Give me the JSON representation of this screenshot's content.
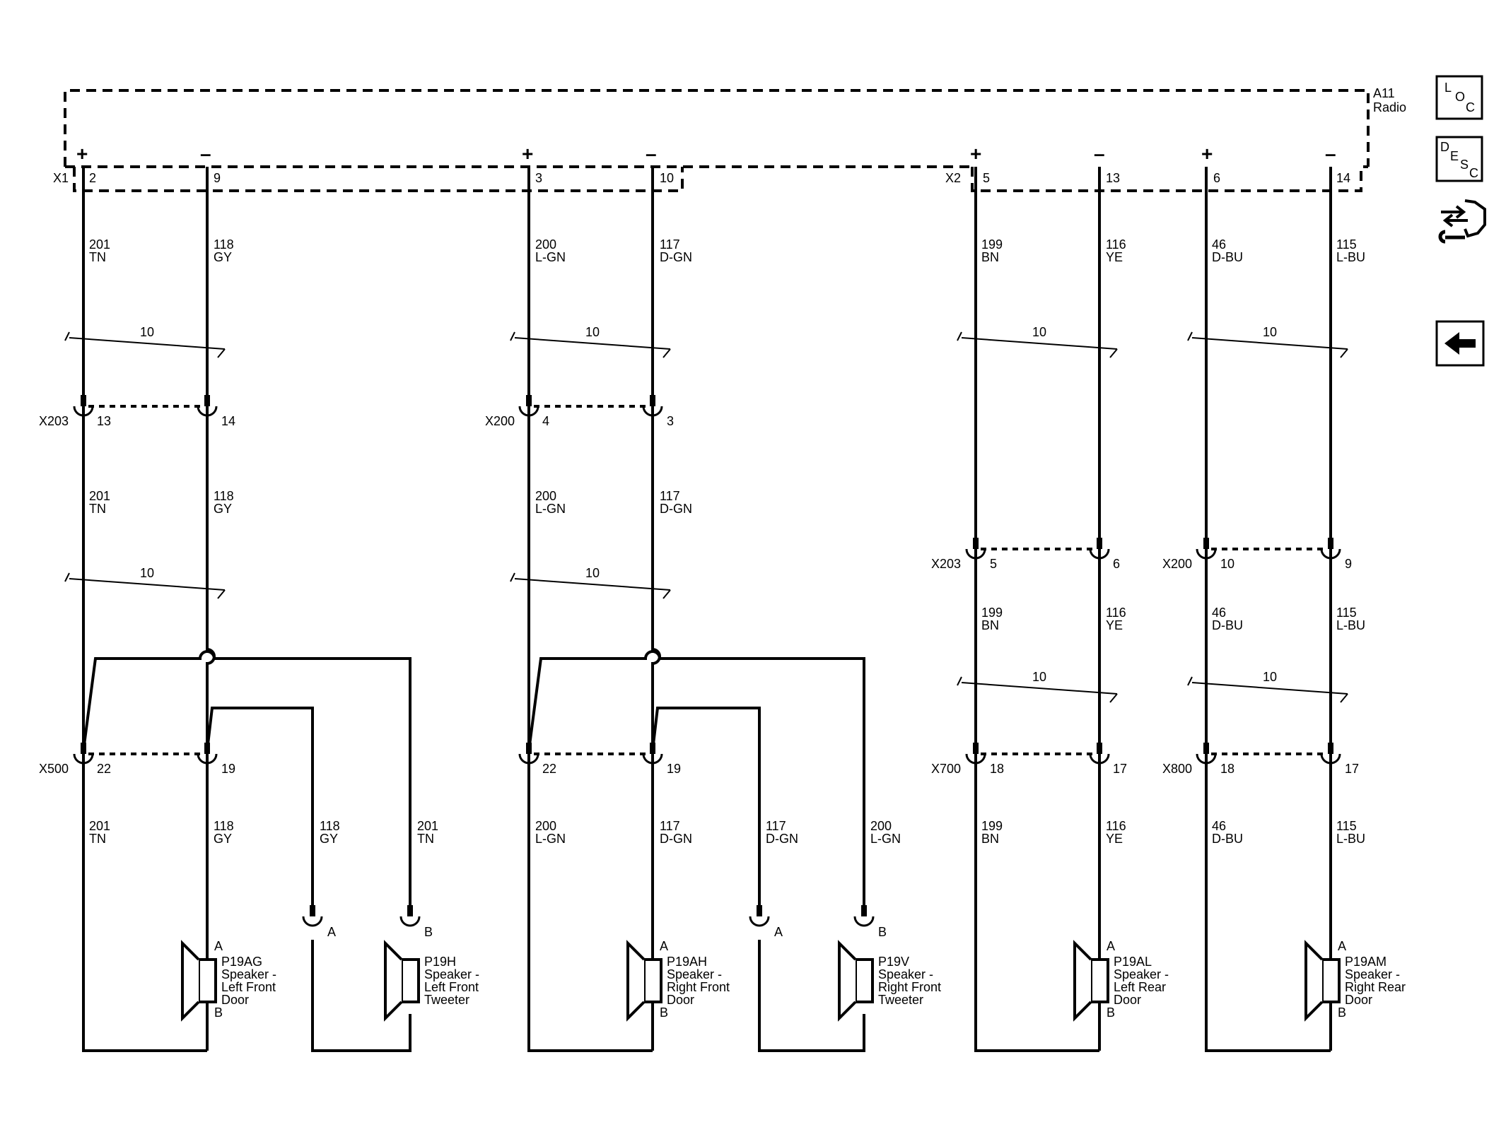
{
  "module": {
    "ref": "A11",
    "name": "Radio"
  },
  "module_connectors": [
    "X1",
    "X2"
  ],
  "inline_connectors": {
    "c1": "X203",
    "c2": "X200",
    "c3": "X203",
    "c4": "X200",
    "c5": "X500",
    "c6": "X700",
    "c7": "X800"
  },
  "pins": {
    "m1": "2",
    "m2": "9",
    "m3": "3",
    "m4": "10",
    "m5": "5",
    "m6": "13",
    "m7": "6",
    "m8": "14",
    "a1": "13",
    "a2": "14",
    "a3": "4",
    "a4": "3",
    "b5": "5",
    "b6": "6",
    "b7": "10",
    "b8": "9",
    "d1": "22",
    "d2": "19",
    "d3": "22",
    "d4": "19",
    "d5": "18",
    "d6": "17",
    "d7": "18",
    "d8": "17",
    "tw1": "A",
    "tw2": "B",
    "tw3": "A",
    "tw4": "B"
  },
  "polarity": {
    "plus": "+",
    "minus": "–"
  },
  "wires": {
    "c201": "201",
    "k201": "TN",
    "c118": "118",
    "k118": "GY",
    "c200": "200",
    "k200": "L-GN",
    "c117": "117",
    "k117": "D-GN",
    "c199": "199",
    "k199": "BN",
    "c116": "116",
    "k116": "YE",
    "c46": "46",
    "k46": "D-BU",
    "c115": "115",
    "k115": "L-BU"
  },
  "twist_count": "10",
  "speaker_pins": {
    "a": "A",
    "b": "B"
  },
  "speakers": [
    {
      "id": "P19AG",
      "l1": "Speaker -",
      "l2": "Left Front",
      "l3": "Door"
    },
    {
      "id": "P19H",
      "l1": "Speaker -",
      "l2": "Left Front",
      "l3": "Tweeter"
    },
    {
      "id": "P19AH",
      "l1": "Speaker -",
      "l2": "Right Front",
      "l3": "Door"
    },
    {
      "id": "P19V",
      "l1": "Speaker -",
      "l2": "Right Front",
      "l3": "Tweeter"
    },
    {
      "id": "P19AL",
      "l1": "Speaker -",
      "l2": "Left Rear",
      "l3": "Door"
    },
    {
      "id": "P19AM",
      "l1": "Speaker -",
      "l2": "Right Rear",
      "l3": "Door"
    }
  ],
  "nav": {
    "loc": {
      "l": "L",
      "o": "O",
      "c": "C"
    },
    "desc": {
      "d": "D",
      "e": "E",
      "s": "S",
      "c": "C"
    }
  }
}
